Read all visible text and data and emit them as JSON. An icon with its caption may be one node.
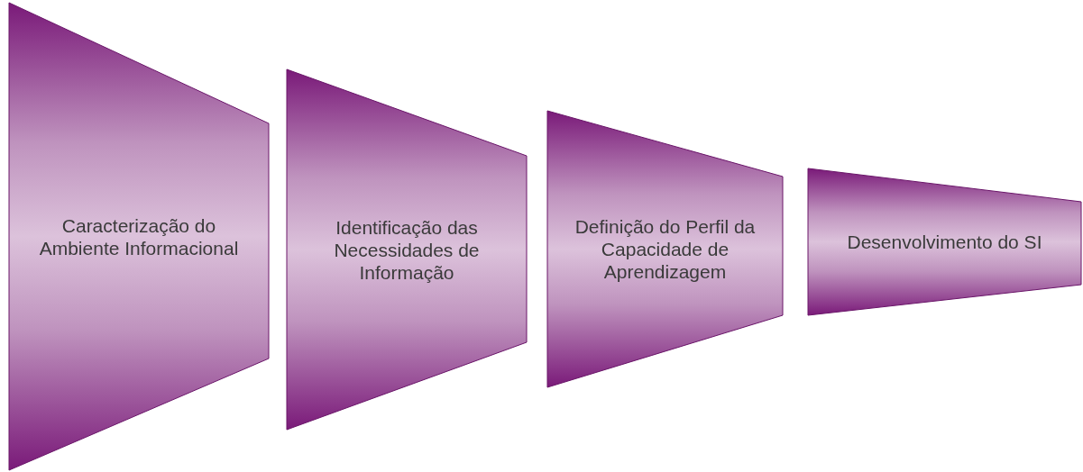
{
  "diagram": {
    "nodes": [
      {
        "text": [
          "Caracterização do Ambiente Informacional"
        ]
      },
      {
        "text": [
          "Identificação das Necessidades de Informação"
        ]
      },
      {
        "text": [
          "Definição do Perfil da Capacidade de Aprendizagem"
        ]
      },
      {
        "text": [
          "Desenvolvimento do SI"
        ]
      }
    ]
  }
}
